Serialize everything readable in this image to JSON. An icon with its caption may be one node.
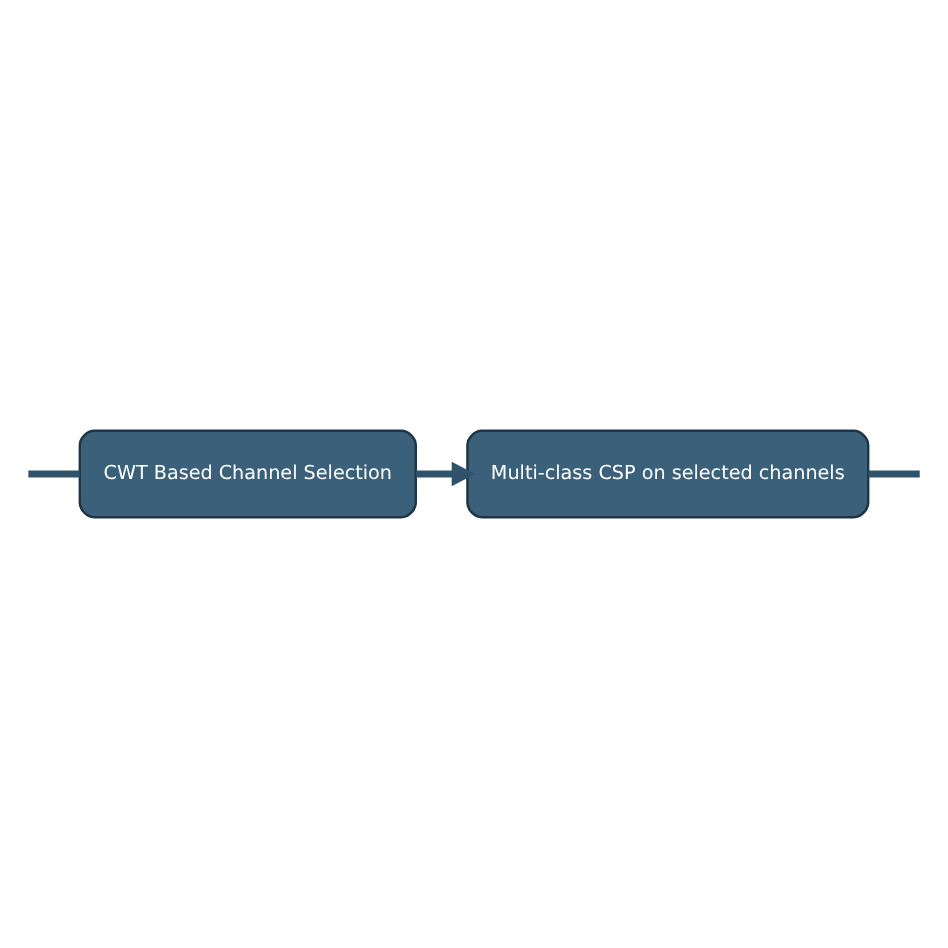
{
  "diagram": {
    "nodes": [
      {
        "text": [
          "CWT Based Channel Selection"
        ]
      },
      {
        "text": [
          "Multi-class CSP on selected channels"
        ]
      }
    ],
    "edges": [
      {
        "from": null,
        "to": 0,
        "arrow": "none"
      },
      {
        "from": 0,
        "to": 1,
        "arrow": "to"
      },
      {
        "from": 1,
        "to": null,
        "arrow": "none"
      }
    ]
  }
}
